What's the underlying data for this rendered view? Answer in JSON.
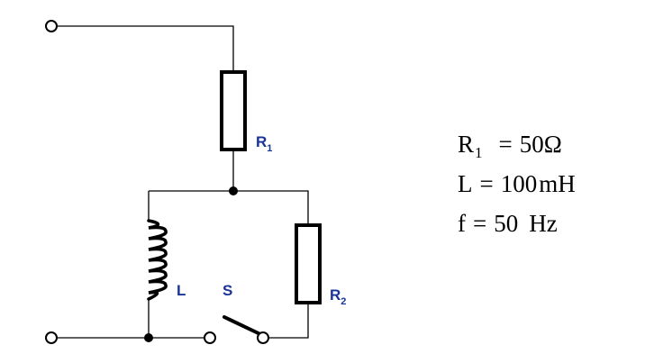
{
  "diagram": {
    "components": {
      "R1": {
        "symbol": "R",
        "subscript": "1"
      },
      "R2": {
        "symbol": "R",
        "subscript": "2"
      },
      "L": {
        "symbol": "L"
      },
      "S": {
        "symbol": "S"
      }
    },
    "parameters": [
      {
        "symbol": "R",
        "subscript": "1",
        "value": "50",
        "unit": "Ω"
      },
      {
        "symbol": "L",
        "subscript": "",
        "value": "100",
        "unit": "mH"
      },
      {
        "symbol": "f",
        "subscript": "",
        "value": "50",
        "unit": "Hz"
      }
    ]
  }
}
